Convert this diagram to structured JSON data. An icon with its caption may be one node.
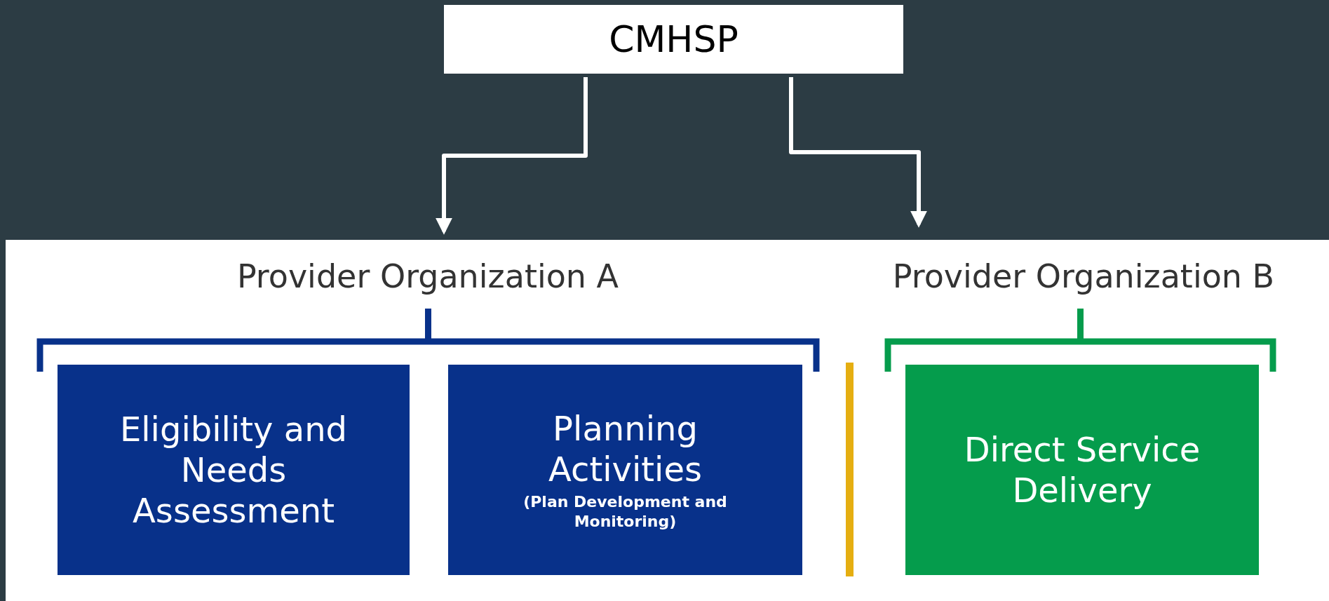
{
  "diagram": {
    "nodes": [
      {
        "text": [
          "CMHSP"
        ]
      },
      {
        "text": [
          "Provider Organization A"
        ]
      },
      {
        "text": [
          "Eligibility and Needs Assessment"
        ],
        "in": 1
      },
      {
        "text": [
          "Planning Activities",
          "(Plan Development and Monitoring)"
        ],
        "in": 1
      },
      {
        "text": [
          "Provider Organization B"
        ]
      },
      {
        "text": [
          "Direct Service Delivery"
        ],
        "in": 4
      }
    ],
    "edges": [
      {
        "from": 0,
        "to": 1,
        "arrow": "to"
      },
      {
        "from": 0,
        "to": 4,
        "arrow": "to"
      }
    ]
  }
}
